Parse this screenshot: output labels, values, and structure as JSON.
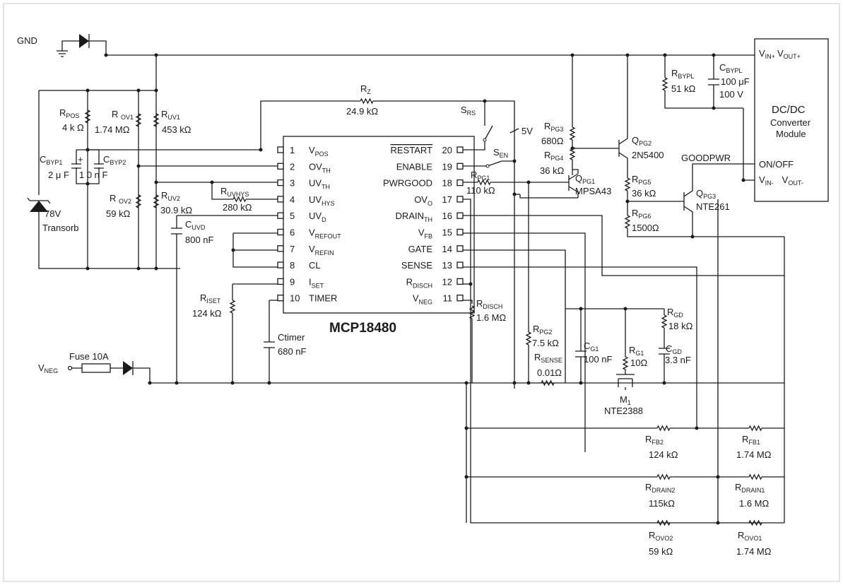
{
  "colors": {
    "line": "#1a1a1a",
    "background": "#ffffff",
    "frame": "#c8c8c8"
  },
  "chip": {
    "name": "MCP18480",
    "left_pins": [
      {
        "num": "1",
        "label": "VPOS",
        "base": "V",
        "sub": "POS"
      },
      {
        "num": "2",
        "label": "OVTH",
        "base": "OV",
        "sub": "TH"
      },
      {
        "num": "3",
        "label": "UVTH",
        "base": "UV",
        "sub": "TH"
      },
      {
        "num": "4",
        "label": "UVHYS",
        "base": "UV",
        "sub": "HYS"
      },
      {
        "num": "5",
        "label": "UVD",
        "base": "UV",
        "sub": "D"
      },
      {
        "num": "6",
        "label": "VREFOUT",
        "base": "V",
        "sub": "REFOUT"
      },
      {
        "num": "7",
        "label": "VREFIN",
        "base": "V",
        "sub": "REFIN"
      },
      {
        "num": "8",
        "label": "CL",
        "base": "CL",
        "sub": ""
      },
      {
        "num": "9",
        "label": "ISET",
        "base": "I",
        "sub": "SET"
      },
      {
        "num": "10",
        "label": "TIMER",
        "base": "TIMER",
        "sub": ""
      }
    ],
    "right_pins": [
      {
        "num": "20",
        "label": "RESTART",
        "base": "RESTART",
        "sub": "",
        "overline": true
      },
      {
        "num": "19",
        "label": "ENABLE",
        "base": "ENABLE",
        "sub": ""
      },
      {
        "num": "18",
        "label": "PWRGOOD",
        "base": "PWRGOOD",
        "sub": ""
      },
      {
        "num": "17",
        "label": "OVO",
        "base": "OV",
        "sub": "O"
      },
      {
        "num": "16",
        "label": "DRAINTH",
        "base": "DRAIN",
        "sub": "TH"
      },
      {
        "num": "15",
        "label": "VFB",
        "base": "V",
        "sub": "FB"
      },
      {
        "num": "14",
        "label": "GATE",
        "base": "GATE",
        "sub": ""
      },
      {
        "num": "13",
        "label": "SENSE",
        "base": "SENSE",
        "sub": ""
      },
      {
        "num": "12",
        "label": "RDISCH",
        "base": "R",
        "sub": "DISCH"
      },
      {
        "num": "11",
        "label": "VNEG",
        "base": "V",
        "sub": "NEG"
      }
    ]
  },
  "labels": {
    "gnd": "GND",
    "vneg": {
      "base": "V",
      "sub": "NEG"
    },
    "fuse": "Fuse 10A",
    "transorb_v": "78V",
    "transorb": "Transorb",
    "five_v": "5V",
    "goodpwr": "GOODPWR",
    "dcdc_title": "DC/DC",
    "dcdc_l2": "Converter",
    "dcdc_l3": "Module",
    "vin_plus": {
      "b1": "V",
      "s1": "IN+",
      "b2": "V",
      "s2": "OUT+"
    },
    "onoff": "ON/OFF",
    "vin_minus": {
      "b1": "V",
      "s1": "IN-",
      "b2": "V",
      "s2": "OUT-"
    }
  },
  "components": {
    "rpos": {
      "base": "R",
      "sub": "POS",
      "value": "4 k Ω"
    },
    "rov1": {
      "base": "R ",
      "sub": "OV1",
      "value": "1.74 MΩ"
    },
    "ruv1": {
      "base": "R",
      "sub": "UV1",
      "value": "453 kΩ"
    },
    "cbyp1": {
      "base": "C",
      "sub": "BYP1",
      "value": "2 μ F"
    },
    "cbyp2": {
      "base": "C",
      "sub": "BYP2",
      "value": "1 0 n F"
    },
    "rov2": {
      "base": "R ",
      "sub": "OV2",
      "value": "59 kΩ"
    },
    "ruv2": {
      "base": "R",
      "sub": "UV2",
      "value": "30.9 kΩ"
    },
    "ruvhys": {
      "base": "R",
      "sub": "UVHYS",
      "value": "280 kΩ"
    },
    "cuvd": {
      "base": "C",
      "sub": "UVD",
      "value": "800 nF"
    },
    "riset": {
      "base": "R",
      "sub": "ISET",
      "value": "124 kΩ"
    },
    "ctimer": {
      "name": "Ctimer",
      "value": "680 nF"
    },
    "rz": {
      "base": "R",
      "sub": "Z",
      "value": "24.9 kΩ"
    },
    "srs": {
      "base": "S",
      "sub": "RS"
    },
    "sen": {
      "base": "S",
      "sub": "EN"
    },
    "rpg1": {
      "base": "R",
      "sub": "PG1",
      "value": "110 kΩ"
    },
    "rpg3": {
      "base": "R",
      "sub": "PG3",
      "value": "680Ω"
    },
    "rpg4": {
      "base": "R",
      "sub": "PG4",
      "value": "36 kΩ"
    },
    "qpg1": {
      "base": "Q",
      "sub": "PG1",
      "value": "MPSA43"
    },
    "qpg2": {
      "base": "Q",
      "sub": "PG2",
      "value": "2N5400"
    },
    "rpg5": {
      "base": "R",
      "sub": "PG5",
      "value": "36 kΩ"
    },
    "rpg6": {
      "base": "R",
      "sub": "PG6",
      "value": "1500Ω"
    },
    "qpg3": {
      "base": "Q",
      "sub": "PG3",
      "value": "NTE261"
    },
    "rbypl": {
      "base": "R",
      "sub": "BYPL",
      "value": "51 kΩ"
    },
    "cbypl": {
      "base": "C",
      "sub": "BYPL",
      "value": "100 μF",
      "value2": "100 V"
    },
    "rdisch": {
      "base": "R",
      "sub": "DISCH",
      "value": "1.6 MΩ"
    },
    "rpg2": {
      "base": "R",
      "sub": "PG2",
      "value": "7.5 kΩ"
    },
    "rsense": {
      "base": "R",
      "sub": "SENSE",
      "value": "0.01Ω"
    },
    "cg1": {
      "base": "C",
      "sub": "G1",
      "value": "100 nF"
    },
    "rg1": {
      "base": "R",
      "sub": "G1",
      "value": "10Ω"
    },
    "rgd": {
      "base": "R",
      "sub": "GD",
      "value": "18 kΩ"
    },
    "cgd": {
      "base": "C",
      "sub": "GD",
      "value": "3.3 nF"
    },
    "m1": {
      "base": "M",
      "sub": "1",
      "value": "NTE2388"
    },
    "rfb2": {
      "base": "R",
      "sub": "FB2",
      "value": "124 kΩ"
    },
    "rfb1": {
      "base": "R",
      "sub": "FB1",
      "value": "1.74 MΩ"
    },
    "rdrain2": {
      "base": "R",
      "sub": "DRAIN2",
      "value": "115kΩ"
    },
    "rdrain1": {
      "base": "R",
      "sub": "DRAIN1",
      "value": "1.6 MΩ"
    },
    "rovo2": {
      "base": "R",
      "sub": "OVO2",
      "value": "59 kΩ"
    },
    "rovo1": {
      "base": "R",
      "sub": "OVO1",
      "value": "1.74 MΩ"
    }
  }
}
